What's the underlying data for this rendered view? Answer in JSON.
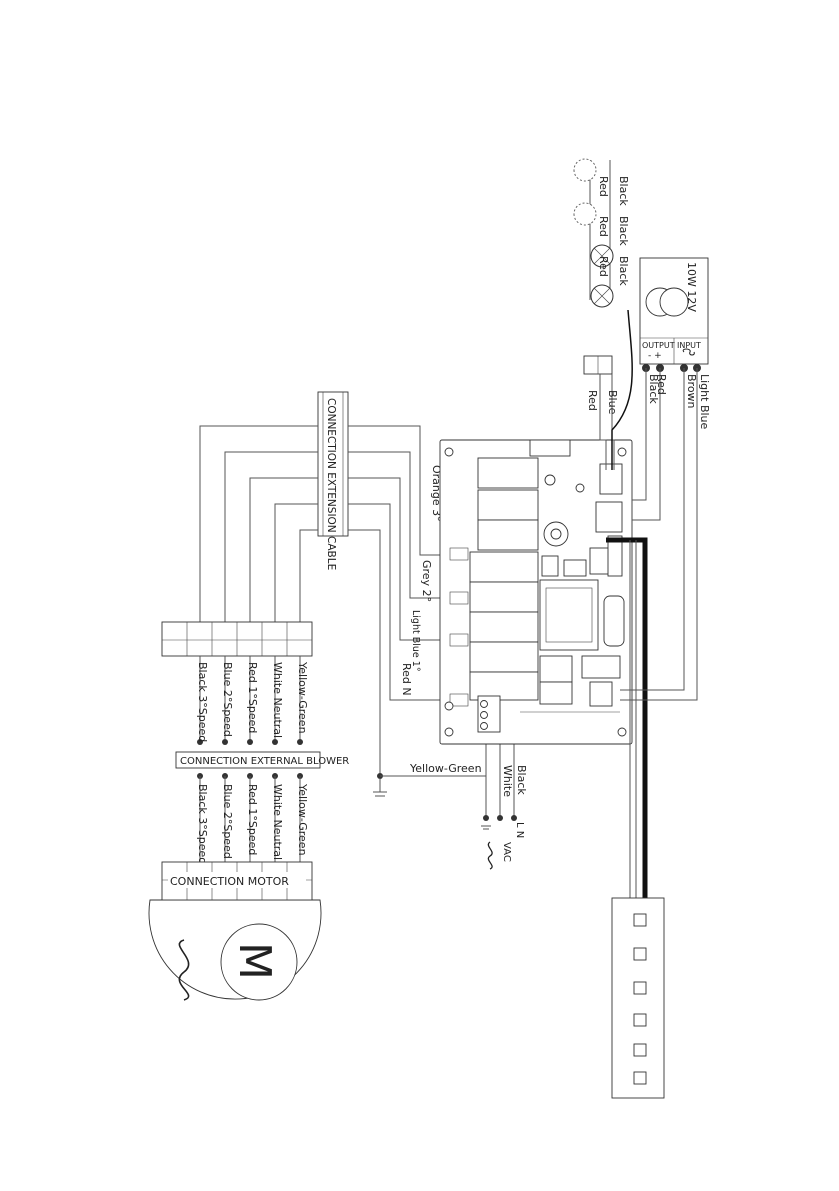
{
  "labels": {
    "extension_cable": "CONNECTION EXTENSION CABLE",
    "external_blower": "CONNECTION EXTERNAL BLOWER",
    "motor": "CONNECTION MOTOR",
    "motor_symbol": "M",
    "transformer_rating": "10W 12V",
    "transformer_output": "OUTPUT",
    "transformer_input": "INPUT",
    "transformer_output_pins": "- +",
    "mains_vac": "VAC",
    "mains_pins": "L N"
  },
  "blower_wires": [
    "Black 3°Speed",
    "Blue 2°Speed",
    "Red 1°Speed",
    "White Neutral",
    "Yellow-Green"
  ],
  "motor_wires": [
    "Black 3°Speed",
    "Blue 2°Speed",
    "Red 1°Speed",
    "White Neutral",
    "Yellow-Green"
  ],
  "board_wires": [
    "Orange 3°",
    "Grey 2°",
    "Light Blue 1°",
    "Red N"
  ],
  "mains_wires": [
    "Yellow-Green",
    "White",
    "Black"
  ],
  "transformer_wires": [
    "Red",
    "Black",
    "Brown",
    "Light Blue"
  ],
  "lamp_wires": [
    "Black",
    "Black",
    "Black",
    "Red",
    "Red",
    "Red"
  ],
  "lamp_cable_wires": [
    "Blue",
    "Red"
  ]
}
